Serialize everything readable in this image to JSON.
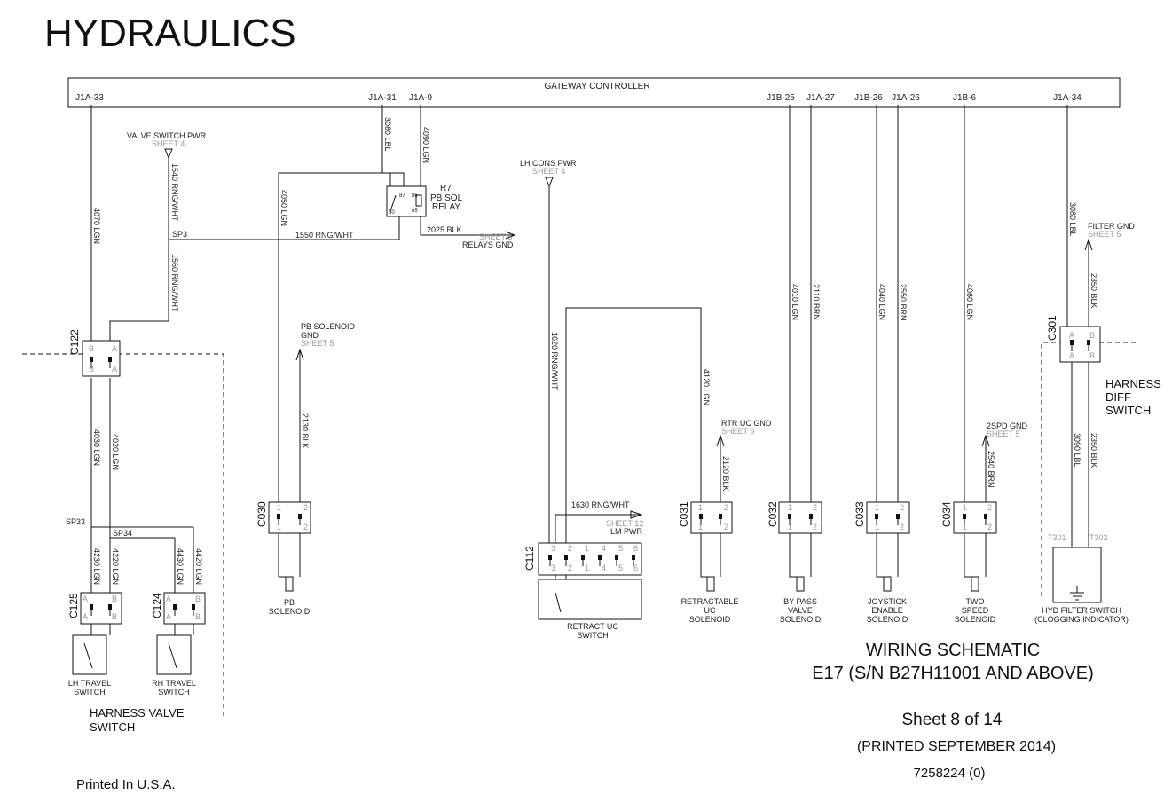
{
  "page_title": "HYDRAULICS",
  "controller": {
    "title": "GATEWAY CONTROLLER",
    "pins": [
      "J1A-33",
      "J1A-31",
      "J1A-9",
      "J1B-25",
      "J1A-27",
      "J1B-26",
      "J1A-26",
      "J1B-6",
      "J1A-34"
    ]
  },
  "wires": [
    "4070 LGN",
    "1540 RNG/WHT",
    "1560 RNG/WHT",
    "4050 LGN",
    "3060 LBL",
    "4090 LGN",
    "1550 RNG/WHT",
    "2025 BLK",
    "1620 RNG/WHT",
    "4120 LGN",
    "2130 BLK",
    "2120 BLK",
    "4010 LGN",
    "2110 BRN",
    "4040 LGN",
    "2550 BRN",
    "4060 LGN",
    "2540 BRN",
    "3080 LBL",
    "2350 BLK",
    "4030 LGN",
    "4020 LGN",
    "4230 LGN",
    "4220 LGN",
    "4430 LGN",
    "4420 LGN",
    "1630 RNG/WHT",
    "3090 LBL",
    "2350 BLK"
  ],
  "splices": [
    "SP3",
    "SP33",
    "SP34"
  ],
  "refs": {
    "valve_switch_pwr": [
      "VALVE SWITCH PWR",
      "SHEET 4"
    ],
    "lh_cons_pwr": [
      "LH CONS PWR",
      "SHEET 4"
    ],
    "relays_gnd": [
      "SHEET 5",
      "RELAYS GND"
    ],
    "pb_solenoid_gnd": [
      "PB SOLENOID",
      "GND",
      "SHEET 5"
    ],
    "rtr_uc_gnd": [
      "RTR UC GND",
      "SHEET 5"
    ],
    "twospd_gnd": [
      "2SPD GND",
      "SHEET 5"
    ],
    "filter_gnd": [
      "FILTER GND",
      "SHEET 5"
    ],
    "lm_pwr": [
      "SHEET 12",
      "LM PWR"
    ]
  },
  "relay": {
    "id": "R7",
    "name1": "PB SOL",
    "name2": "RELAY",
    "pins": [
      "87",
      "86",
      "30",
      "85"
    ]
  },
  "connectors": [
    "C122",
    "C030",
    "C112",
    "C031",
    "C032",
    "C033",
    "C034",
    "C301",
    "C125",
    "C124"
  ],
  "terminals": [
    "T301",
    "T302"
  ],
  "components": {
    "pb_solenoid": [
      "PB",
      "SOLENOID"
    ],
    "retract_uc_switch": [
      "RETRACT UC",
      "SWITCH"
    ],
    "retractable_uc_solenoid": [
      "RETRACTABLE",
      "UC",
      "SOLENOID"
    ],
    "bypass_valve_solenoid": [
      "BY PASS",
      "VALVE",
      "SOLENOID"
    ],
    "joystick_enable_solenoid": [
      "JOYSTICK",
      "ENABLE",
      "SOLENOID"
    ],
    "two_speed_solenoid": [
      "TWO",
      "SPEED",
      "SOLENOID"
    ],
    "hyd_filter_switch": [
      "HYD FILTER SWITCH",
      "(CLOGGING INDICATOR)"
    ],
    "lh_travel_switch": [
      "LH TRAVEL",
      "SWITCH"
    ],
    "rh_travel_switch": [
      "RH TRAVEL",
      "SWITCH"
    ]
  },
  "harness_labels": {
    "valve_switch": [
      "HARNESS VALVE",
      "SWITCH"
    ],
    "diff_switch": [
      "HARNESS",
      "DIFF",
      "SWITCH"
    ]
  },
  "title_block": {
    "line1": "WIRING SCHEMATIC",
    "line2": "E17 (S/N B27H11001 AND ABOVE)",
    "sheet": "Sheet 8 of 14",
    "printed": "(PRINTED SEPTEMBER 2014)",
    "part_no": "7258224 (0)"
  },
  "footer": "Printed In U.S.A."
}
